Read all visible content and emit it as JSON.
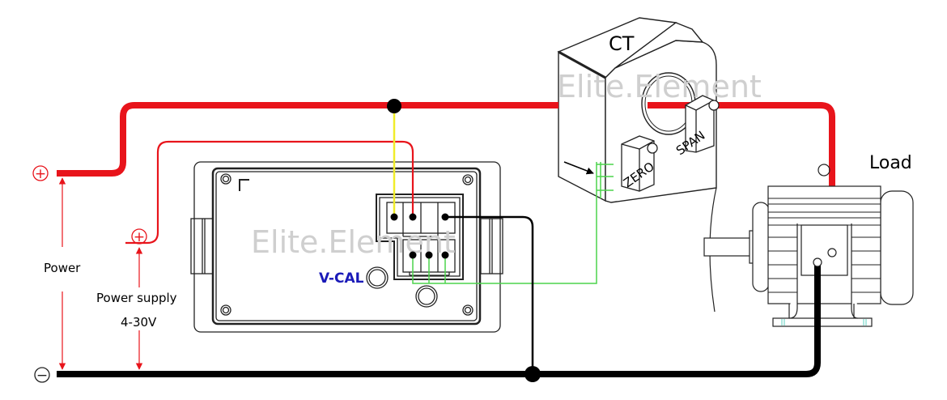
{
  "labels": {
    "ct": "CT",
    "load": "Load",
    "power": "Power",
    "power_supply": "Power supply",
    "voltage_range": "4-30V",
    "v_cal": "V-CAL",
    "zero": "ZERO",
    "span": "SPAN",
    "watermark": "Elite.Element"
  },
  "symbols": {
    "plus": "+",
    "minus": "−"
  },
  "colors": {
    "positive_wire": "#e8141b",
    "negative_wire": "#000000",
    "signal_wire_yellow": "#f0ec2a",
    "sensor_wire_green": "#4cd44c",
    "v_cal_text": "#1a1ab8",
    "annotation_red": "#e8141b",
    "watermark": "#c8c8c8"
  }
}
